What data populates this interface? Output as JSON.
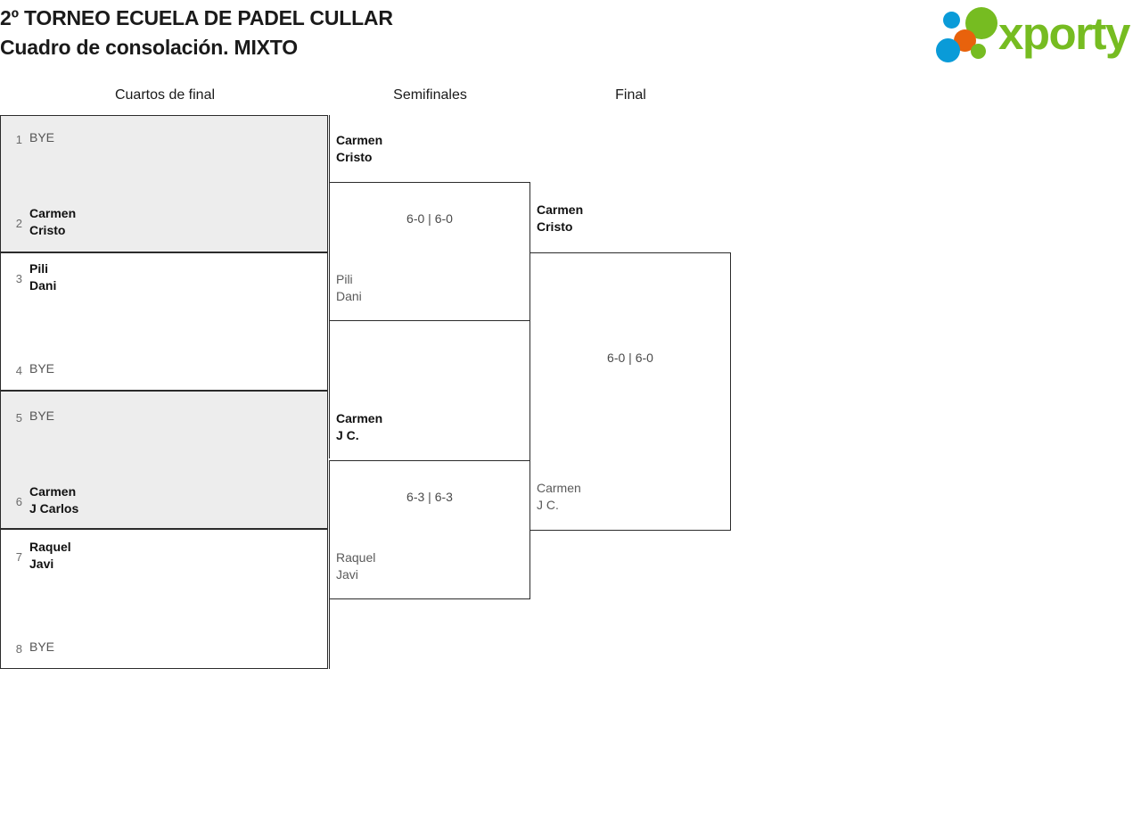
{
  "header": {
    "title_line1": "2º TORNEO ECUELA DE PADEL CULLAR",
    "title_line2": "Cuadro de consolación. MIXTO",
    "logo_word": "xporty",
    "logo_colors": {
      "green": "#76bc21",
      "blue": "#0a9bd8",
      "orange": "#e8620c"
    }
  },
  "bracket": {
    "round_headers": [
      "Cuartos de final",
      "Semifinales",
      "Final"
    ],
    "quarterfinals": [
      {
        "seed": "1",
        "line1": "BYE",
        "line2": "",
        "status": "bye"
      },
      {
        "seed": "2",
        "line1": "Carmen",
        "line2": "Cristo",
        "status": "winner"
      },
      {
        "seed": "3",
        "line1": "Pili",
        "line2": "Dani",
        "status": "winner"
      },
      {
        "seed": "4",
        "line1": "BYE",
        "line2": "",
        "status": "bye"
      },
      {
        "seed": "5",
        "line1": "BYE",
        "line2": "",
        "status": "bye"
      },
      {
        "seed": "6",
        "line1": "Carmen",
        "line2": "J Carlos",
        "status": "winner"
      },
      {
        "seed": "7",
        "line1": "Raquel",
        "line2": "Javi",
        "status": "winner"
      },
      {
        "seed": "8",
        "line1": "BYE",
        "line2": "",
        "status": "bye"
      }
    ],
    "semifinals": [
      {
        "top": {
          "line1": "Carmen",
          "line2": "Cristo",
          "status": "winner"
        },
        "bottom": {
          "line1": "Pili",
          "line2": "Dani",
          "status": "loser"
        },
        "score": "6-0 | 6-0"
      },
      {
        "top": {
          "line1": "Carmen",
          "line2": "J C.",
          "status": "winner"
        },
        "bottom": {
          "line1": "Raquel",
          "line2": "Javi",
          "status": "loser"
        },
        "score": "6-3 | 6-3"
      }
    ],
    "final": {
      "top": {
        "line1": "Carmen",
        "line2": "Cristo",
        "status": "winner"
      },
      "bottom": {
        "line1": "Carmen",
        "line2": "J C.",
        "status": "loser"
      },
      "score": "6-0 | 6-0"
    }
  }
}
